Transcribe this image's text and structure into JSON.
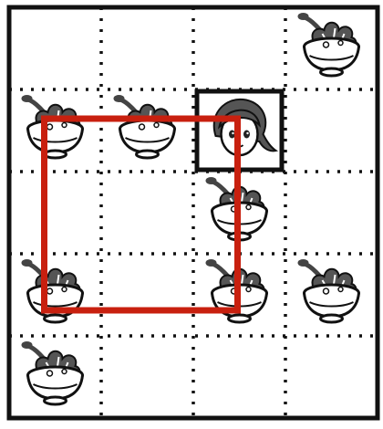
{
  "grid": {
    "cols": 4,
    "rows": 5
  },
  "cells": [
    [
      "empty",
      "empty",
      "empty",
      "bowl"
    ],
    [
      "bowl",
      "bowl",
      "girl",
      "empty"
    ],
    [
      "empty",
      "empty",
      "bowl",
      "empty"
    ],
    [
      "bowl",
      "empty",
      "bowl",
      "bowl"
    ],
    [
      "bowl",
      "empty",
      "empty",
      "empty"
    ]
  ],
  "highlight": {
    "col_start": 0.5,
    "row_start": 1.4,
    "col_span": 2,
    "row_span": 2
  },
  "selected_cell": {
    "col": 2,
    "row": 1
  },
  "icons": {
    "bowl": "salad-bowl-icon",
    "girl": "girl-face-icon"
  },
  "colors": {
    "border": "#111111",
    "highlight": "#c8200f",
    "bowl": "#ffffff",
    "leaf": "#555555",
    "spoon": "#444444"
  }
}
